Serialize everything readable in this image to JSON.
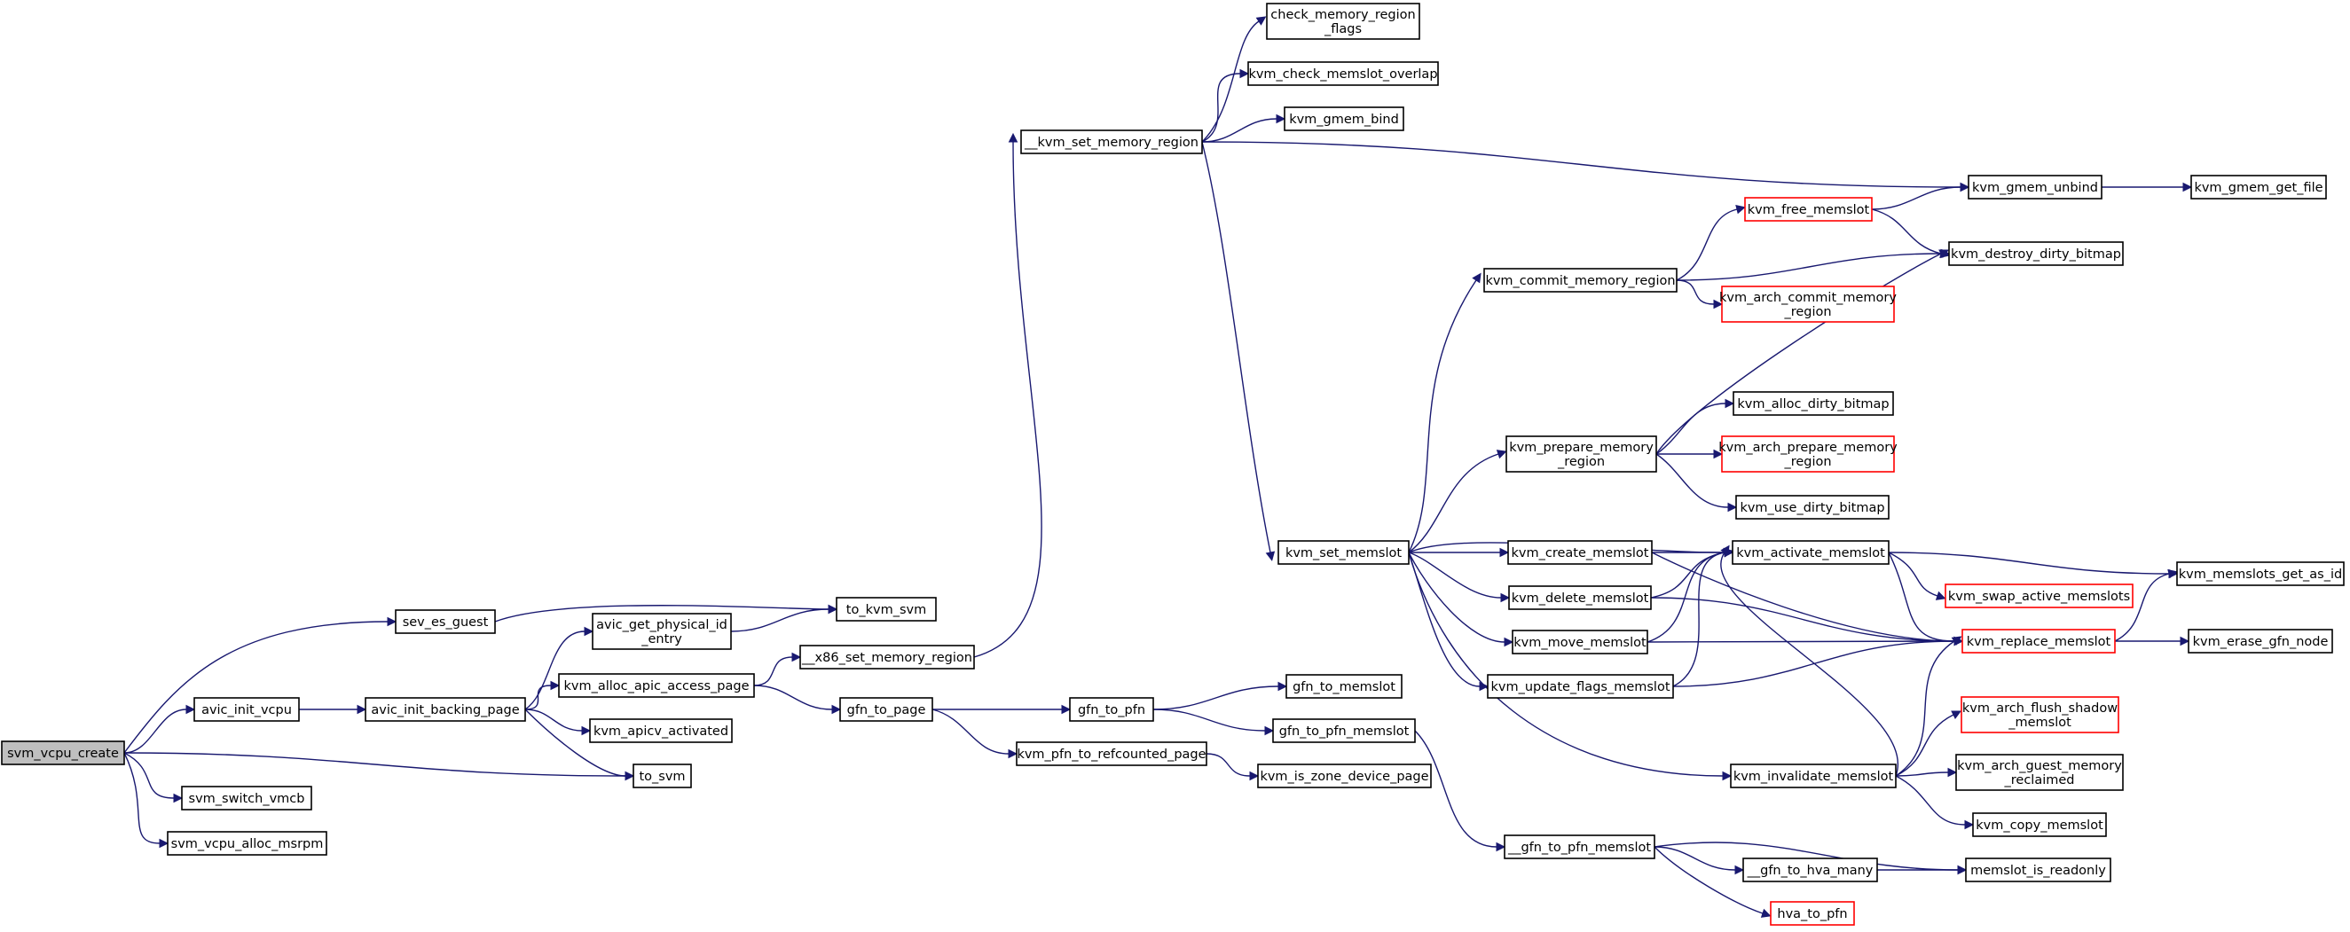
{
  "graph": {
    "colors": {
      "edge": "#191970",
      "node_border": "#000000",
      "truncated_border": "#ff0000",
      "root_fill": "#bfbfbf",
      "node_fill": "#ffffff"
    },
    "nodes": [
      {
        "id": "svm_vcpu_create",
        "lines": [
          "svm_vcpu_create"
        ],
        "root": true
      },
      {
        "id": "sev_es_guest",
        "lines": [
          "sev_es_guest"
        ]
      },
      {
        "id": "avic_init_vcpu",
        "lines": [
          "avic_init_vcpu"
        ]
      },
      {
        "id": "svm_switch_vmcb",
        "lines": [
          "svm_switch_vmcb"
        ]
      },
      {
        "id": "svm_vcpu_alloc_msrpm",
        "lines": [
          "svm_vcpu_alloc_msrpm"
        ]
      },
      {
        "id": "avic_init_backing_page",
        "lines": [
          "avic_init_backing_page"
        ]
      },
      {
        "id": "avic_get_physical_id_entry",
        "lines": [
          "avic_get_physical_id",
          "_entry"
        ]
      },
      {
        "id": "kvm_alloc_apic_access_page",
        "lines": [
          "kvm_alloc_apic_access_page"
        ]
      },
      {
        "id": "kvm_apicv_activated",
        "lines": [
          "kvm_apicv_activated"
        ]
      },
      {
        "id": "to_svm",
        "lines": [
          "to_svm"
        ]
      },
      {
        "id": "to_kvm_svm",
        "lines": [
          "to_kvm_svm"
        ]
      },
      {
        "id": "__x86_set_memory_region",
        "lines": [
          "__x86_set_memory_region"
        ]
      },
      {
        "id": "gfn_to_page",
        "lines": [
          "gfn_to_page"
        ]
      },
      {
        "id": "gfn_to_pfn",
        "lines": [
          "gfn_to_pfn"
        ]
      },
      {
        "id": "kvm_pfn_to_refcounted_page",
        "lines": [
          "kvm_pfn_to_refcounted_page"
        ]
      },
      {
        "id": "gfn_to_memslot",
        "lines": [
          "gfn_to_memslot"
        ]
      },
      {
        "id": "gfn_to_pfn_memslot",
        "lines": [
          "gfn_to_pfn_memslot"
        ]
      },
      {
        "id": "kvm_is_zone_device_page",
        "lines": [
          "kvm_is_zone_device_page"
        ]
      },
      {
        "id": "__gfn_to_pfn_memslot",
        "lines": [
          "__gfn_to_pfn_memslot"
        ]
      },
      {
        "id": "__kvm_set_memory_region",
        "lines": [
          "__kvm_set_memory_region"
        ]
      },
      {
        "id": "check_memory_region_flags",
        "lines": [
          "check_memory_region",
          "_flags"
        ]
      },
      {
        "id": "kvm_check_memslot_overlap",
        "lines": [
          "kvm_check_memslot_overlap"
        ]
      },
      {
        "id": "kvm_gmem_bind",
        "lines": [
          "kvm_gmem_bind"
        ]
      },
      {
        "id": "kvm_set_memslot",
        "lines": [
          "kvm_set_memslot"
        ]
      },
      {
        "id": "kvm_commit_memory_region",
        "lines": [
          "kvm_commit_memory_region"
        ]
      },
      {
        "id": "kvm_prepare_memory_region",
        "lines": [
          "kvm_prepare_memory",
          "_region"
        ]
      },
      {
        "id": "kvm_create_memslot",
        "lines": [
          "kvm_create_memslot"
        ]
      },
      {
        "id": "kvm_delete_memslot",
        "lines": [
          "kvm_delete_memslot"
        ]
      },
      {
        "id": "kvm_move_memslot",
        "lines": [
          "kvm_move_memslot"
        ]
      },
      {
        "id": "kvm_update_flags_memslot",
        "lines": [
          "kvm_update_flags_memslot"
        ]
      },
      {
        "id": "kvm_free_memslot",
        "lines": [
          "kvm_free_memslot"
        ],
        "truncated": true
      },
      {
        "id": "kvm_arch_commit_memory_region",
        "lines": [
          "kvm_arch_commit_memory",
          "_region"
        ],
        "truncated": true
      },
      {
        "id": "kvm_alloc_dirty_bitmap",
        "lines": [
          "kvm_alloc_dirty_bitmap"
        ]
      },
      {
        "id": "kvm_arch_prepare_memory_region",
        "lines": [
          "kvm_arch_prepare_memory",
          "_region"
        ],
        "truncated": true
      },
      {
        "id": "kvm_use_dirty_bitmap",
        "lines": [
          "kvm_use_dirty_bitmap"
        ]
      },
      {
        "id": "kvm_activate_memslot",
        "lines": [
          "kvm_activate_memslot"
        ]
      },
      {
        "id": "kvm_invalidate_memslot",
        "lines": [
          "kvm_invalidate_memslot"
        ]
      },
      {
        "id": "__gfn_to_hva_many",
        "lines": [
          "__gfn_to_hva_many"
        ]
      },
      {
        "id": "hva_to_pfn",
        "lines": [
          "hva_to_pfn"
        ],
        "truncated": true
      },
      {
        "id": "kvm_gmem_unbind",
        "lines": [
          "kvm_gmem_unbind"
        ]
      },
      {
        "id": "kvm_destroy_dirty_bitmap",
        "lines": [
          "kvm_destroy_dirty_bitmap"
        ]
      },
      {
        "id": "kvm_swap_active_memslots",
        "lines": [
          "kvm_swap_active_memslots"
        ],
        "truncated": true
      },
      {
        "id": "kvm_replace_memslot",
        "lines": [
          "kvm_replace_memslot"
        ],
        "truncated": true
      },
      {
        "id": "kvm_arch_flush_shadow_memslot",
        "lines": [
          "kvm_arch_flush_shadow",
          "_memslot"
        ],
        "truncated": true
      },
      {
        "id": "kvm_arch_guest_memory_reclaimed",
        "lines": [
          "kvm_arch_guest_memory",
          "_reclaimed"
        ]
      },
      {
        "id": "kvm_copy_memslot",
        "lines": [
          "kvm_copy_memslot"
        ]
      },
      {
        "id": "memslot_is_readonly",
        "lines": [
          "memslot_is_readonly"
        ]
      },
      {
        "id": "kvm_gmem_get_file",
        "lines": [
          "kvm_gmem_get_file"
        ]
      },
      {
        "id": "kvm_memslots_get_as_id",
        "lines": [
          "kvm_memslots_get_as_id"
        ]
      },
      {
        "id": "kvm_erase_gfn_node",
        "lines": [
          "kvm_erase_gfn_node"
        ]
      }
    ],
    "edges": [
      [
        "svm_vcpu_create",
        "sev_es_guest"
      ],
      [
        "svm_vcpu_create",
        "avic_init_vcpu"
      ],
      [
        "svm_vcpu_create",
        "to_svm"
      ],
      [
        "svm_vcpu_create",
        "svm_switch_vmcb"
      ],
      [
        "svm_vcpu_create",
        "svm_vcpu_alloc_msrpm"
      ],
      [
        "sev_es_guest",
        "to_kvm_svm"
      ],
      [
        "avic_init_vcpu",
        "avic_init_backing_page"
      ],
      [
        "avic_init_backing_page",
        "avic_get_physical_id_entry"
      ],
      [
        "avic_init_backing_page",
        "kvm_alloc_apic_access_page"
      ],
      [
        "avic_init_backing_page",
        "kvm_apicv_activated"
      ],
      [
        "avic_init_backing_page",
        "to_svm"
      ],
      [
        "avic_get_physical_id_entry",
        "to_kvm_svm"
      ],
      [
        "kvm_alloc_apic_access_page",
        "__x86_set_memory_region"
      ],
      [
        "kvm_alloc_apic_access_page",
        "gfn_to_page"
      ],
      [
        "__x86_set_memory_region",
        "__kvm_set_memory_region"
      ],
      [
        "gfn_to_page",
        "gfn_to_pfn"
      ],
      [
        "gfn_to_page",
        "kvm_pfn_to_refcounted_page"
      ],
      [
        "gfn_to_pfn",
        "gfn_to_memslot"
      ],
      [
        "gfn_to_pfn",
        "gfn_to_pfn_memslot"
      ],
      [
        "kvm_pfn_to_refcounted_page",
        "kvm_is_zone_device_page"
      ],
      [
        "gfn_to_pfn_memslot",
        "__gfn_to_pfn_memslot"
      ],
      [
        "__gfn_to_pfn_memslot",
        "__gfn_to_hva_many"
      ],
      [
        "__gfn_to_pfn_memslot",
        "hva_to_pfn"
      ],
      [
        "__gfn_to_pfn_memslot",
        "memslot_is_readonly"
      ],
      [
        "__gfn_to_hva_many",
        "memslot_is_readonly"
      ],
      [
        "__kvm_set_memory_region",
        "check_memory_region_flags"
      ],
      [
        "__kvm_set_memory_region",
        "kvm_check_memslot_overlap"
      ],
      [
        "__kvm_set_memory_region",
        "kvm_gmem_bind"
      ],
      [
        "__kvm_set_memory_region",
        "kvm_gmem_unbind"
      ],
      [
        "__kvm_set_memory_region",
        "kvm_set_memslot"
      ],
      [
        "kvm_set_memslot",
        "kvm_commit_memory_region"
      ],
      [
        "kvm_set_memslot",
        "kvm_prepare_memory_region"
      ],
      [
        "kvm_set_memslot",
        "kvm_activate_memslot"
      ],
      [
        "kvm_set_memslot",
        "kvm_create_memslot"
      ],
      [
        "kvm_set_memslot",
        "kvm_delete_memslot"
      ],
      [
        "kvm_set_memslot",
        "kvm_move_memslot"
      ],
      [
        "kvm_set_memslot",
        "kvm_update_flags_memslot"
      ],
      [
        "kvm_set_memslot",
        "kvm_invalidate_memslot"
      ],
      [
        "kvm_commit_memory_region",
        "kvm_free_memslot"
      ],
      [
        "kvm_commit_memory_region",
        "kvm_destroy_dirty_bitmap"
      ],
      [
        "kvm_commit_memory_region",
        "kvm_arch_commit_memory_region"
      ],
      [
        "kvm_free_memslot",
        "kvm_gmem_unbind"
      ],
      [
        "kvm_free_memslot",
        "kvm_destroy_dirty_bitmap"
      ],
      [
        "kvm_prepare_memory_region",
        "kvm_destroy_dirty_bitmap"
      ],
      [
        "kvm_prepare_memory_region",
        "kvm_alloc_dirty_bitmap"
      ],
      [
        "kvm_prepare_memory_region",
        "kvm_arch_prepare_memory_region"
      ],
      [
        "kvm_prepare_memory_region",
        "kvm_use_dirty_bitmap"
      ],
      [
        "kvm_create_memslot",
        "kvm_activate_memslot"
      ],
      [
        "kvm_create_memslot",
        "kvm_replace_memslot"
      ],
      [
        "kvm_delete_memslot",
        "kvm_activate_memslot"
      ],
      [
        "kvm_delete_memslot",
        "kvm_replace_memslot"
      ],
      [
        "kvm_move_memslot",
        "kvm_activate_memslot"
      ],
      [
        "kvm_move_memslot",
        "kvm_replace_memslot"
      ],
      [
        "kvm_update_flags_memslot",
        "kvm_activate_memslot"
      ],
      [
        "kvm_update_flags_memslot",
        "kvm_replace_memslot"
      ],
      [
        "kvm_activate_memslot",
        "kvm_memslots_get_as_id"
      ],
      [
        "kvm_activate_memslot",
        "kvm_swap_active_memslots"
      ],
      [
        "kvm_activate_memslot",
        "kvm_replace_memslot"
      ],
      [
        "kvm_invalidate_memslot",
        "kvm_activate_memslot"
      ],
      [
        "kvm_invalidate_memslot",
        "kvm_replace_memslot"
      ],
      [
        "kvm_invalidate_memslot",
        "kvm_arch_flush_shadow_memslot"
      ],
      [
        "kvm_invalidate_memslot",
        "kvm_arch_guest_memory_reclaimed"
      ],
      [
        "kvm_invalidate_memslot",
        "kvm_copy_memslot"
      ],
      [
        "kvm_replace_memslot",
        "kvm_memslots_get_as_id"
      ],
      [
        "kvm_replace_memslot",
        "kvm_erase_gfn_node"
      ],
      [
        "kvm_gmem_unbind",
        "kvm_gmem_get_file"
      ]
    ]
  }
}
